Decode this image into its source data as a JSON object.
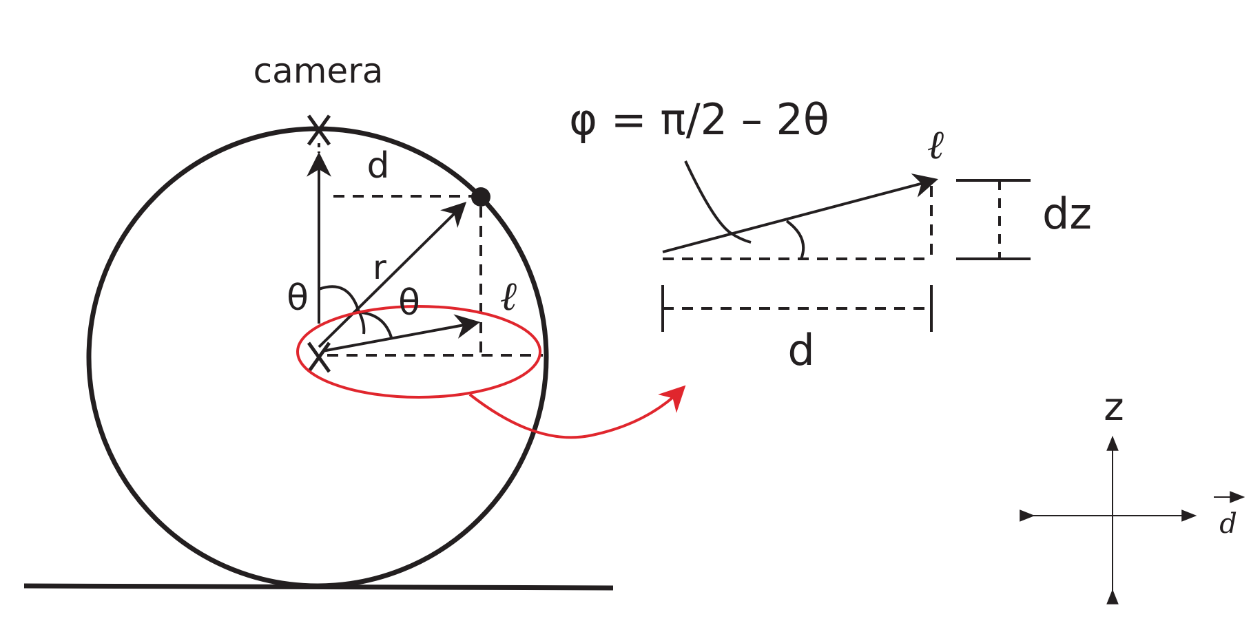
{
  "labels": {
    "camera": "camera",
    "d_top": "d",
    "r": "r",
    "theta_left": "θ",
    "theta_mid": "θ",
    "ell_left": "ℓ",
    "equation": "φ = π/2 – 2θ",
    "ell_right": "ℓ",
    "dz": "dz",
    "d_bottom": "d",
    "z_axis": "z",
    "d_axis": "d"
  },
  "colors": {
    "ink": "#231f20",
    "highlight": "#e0262d"
  }
}
